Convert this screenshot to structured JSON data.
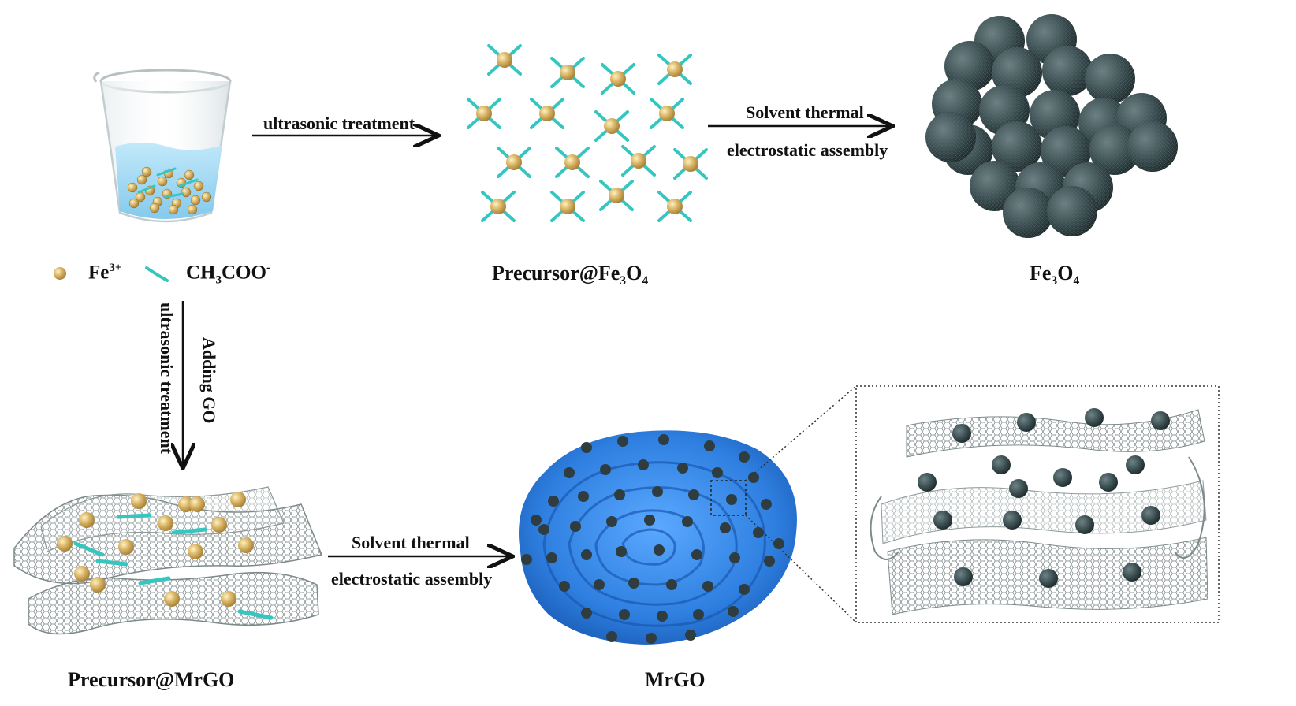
{
  "labels": {
    "fe3": {
      "base": "Fe",
      "sup": "3+"
    },
    "acetate": {
      "p1": "CH",
      "s1": "3",
      "p2": "COO",
      "sup": "-"
    },
    "precursor_fe3o4": {
      "p1": "Precursor@Fe",
      "s1": "3",
      "p2": "O",
      "s2": "4"
    },
    "fe3o4": {
      "p1": "Fe",
      "s1": "3",
      "p2": "O",
      "s2": "4"
    },
    "precursor_mrgo": "Precursor@MrGO",
    "mrgo": "MrGO"
  },
  "arrows": {
    "top_left": "ultrasonic treatment",
    "top_right_line1": "Solvent thermal",
    "top_right_line2": "electrostatic assembly",
    "vertical_left": "ultrasonic treatment",
    "vertical_right": "Adding GO",
    "bottom_line1": "Solvent thermal",
    "bottom_line2": "electrostatic assembly"
  },
  "colors": {
    "gold": "#c9a451",
    "teal": "#35c6c0",
    "dark_sphere": "#34474a",
    "graphene": "#8f9b9c",
    "flower_blue": "#2f86e8",
    "beaker_liquid": "#9fd8f2"
  }
}
